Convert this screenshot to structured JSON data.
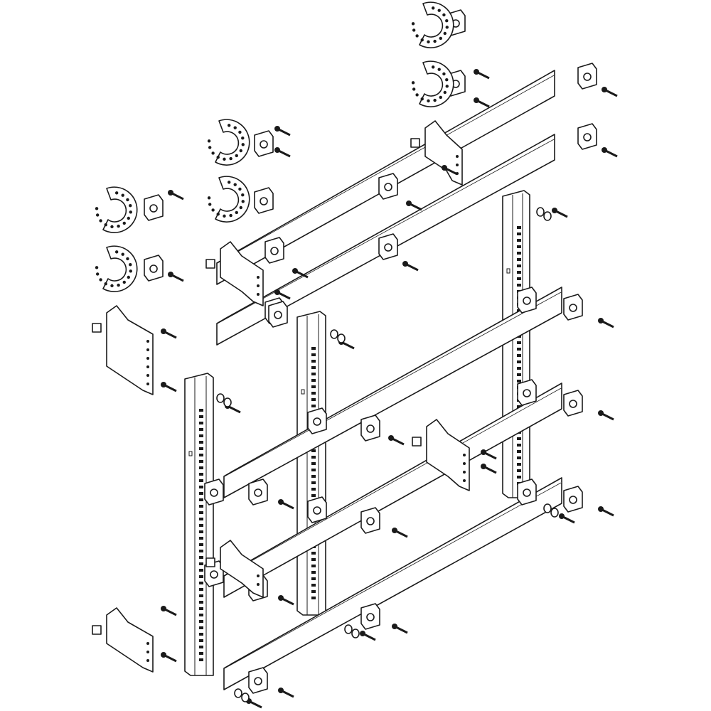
{
  "colors": {
    "line": "#1a1a1a",
    "fill": "#ffffff",
    "background": "#ffffff"
  },
  "diagram": {
    "kind": "exploded-assembly-line-drawing",
    "parts": [
      "upright-profile",
      "busbar-rail",
      "rail-clamp",
      "ring-bracket",
      "clip-holder",
      "mounting-bracket",
      "screw",
      "washer",
      "nut"
    ]
  }
}
